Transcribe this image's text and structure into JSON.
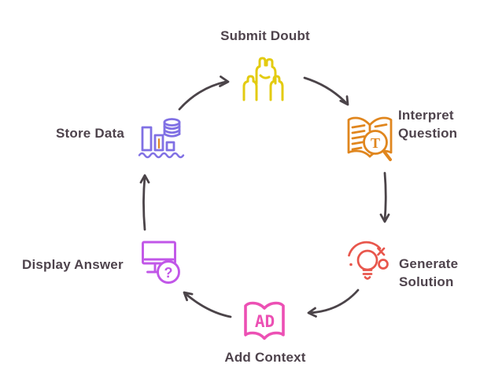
{
  "diagram": {
    "type": "cycle-flowchart",
    "background": "#FFFFFF",
    "arrow_color": "#4B4449",
    "label_color": "#4E434C",
    "flow_order": [
      "Submit Doubt",
      "Interpret Question",
      "Generate Solution",
      "Add Context",
      "Display Answer",
      "Store Data"
    ]
  },
  "nodes": {
    "submit_doubt": {
      "label": "Submit Doubt",
      "color": "#E3CB10",
      "icon": "raised-hands-icon"
    },
    "interpret_question": {
      "line1": "Interpret",
      "line2": "Question",
      "color": "#E0861E",
      "icon": "book-magnifier-icon",
      "icon_text": "T"
    },
    "generate_solution": {
      "line1": "Generate",
      "line2": "Solution",
      "color": "#E8564C",
      "icon": "lightbulb-refresh-icon"
    },
    "add_context": {
      "label": "Add Context",
      "color": "#EC50B4",
      "icon": "open-book-icon",
      "icon_text": "AD"
    },
    "display_answer": {
      "label": "Display Answer",
      "color": "#C156E8",
      "icon": "monitor-question-icon",
      "icon_text": "?"
    },
    "store_data": {
      "label": "Store Data",
      "color": "#8070E4",
      "icon": "database-chart-icon",
      "accent_tick_color": "#E0861E"
    }
  }
}
